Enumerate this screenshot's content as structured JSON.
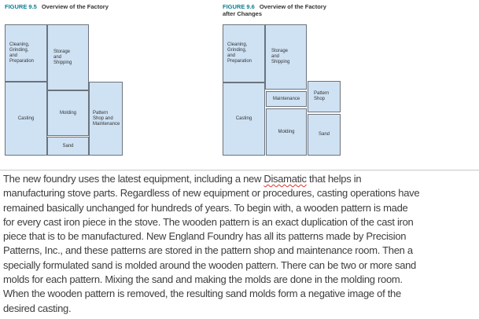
{
  "figure_9_5": {
    "label": "FIGURE 9.5",
    "title": "Overview of the Factory",
    "rooms": {
      "cleaning": "Cleaning,\nGrinding,\nand\nPreparation",
      "storage": "Storage\nand\nShipping",
      "casting": "Casting",
      "molding": "Molding",
      "sand": "Sand",
      "pattern_shop": "Pattern\nShop and\nMaintenance"
    }
  },
  "figure_9_6": {
    "label": "FIGURE 9.6",
    "title": "Overview of the Factory after Changes",
    "rooms": {
      "cleaning": "Cleaning,\nGrinding,\nand\nPreparation",
      "storage": "Storage\nand\nShipping",
      "casting": "Casting",
      "maintenance": "Maintenance",
      "molding": "Molding",
      "pattern_shop": "Pattern\nShop",
      "sand": "Sand"
    }
  },
  "article": {
    "line1_before": "The new foundry uses the latest equipment, including a new ",
    "flagged_word": "Disamatic",
    "line1_after": " that helps in",
    "lines": [
      "manufacturing stove parts. Regardless of new equipment or procedures, casting operations have",
      "remained basically unchanged for hundreds of years. To begin with, a wooden pattern is made",
      "for every cast iron piece in the stove. The wooden pattern is an exact duplication of the cast iron",
      "piece that is to be manufactured. New England Foundry has all its patterns made by Precision",
      "Patterns, Inc., and these patterns are stored in the pattern shop and maintenance room. Then a",
      "specially formulated sand is molded around the wooden pattern. There can be two or more sand",
      "molds for each pattern. Mixing the sand and making the molds are done in the molding room.",
      "When the wooden pattern is removed, the resulting sand molds form a negative image of the",
      "desired casting."
    ]
  },
  "colors": {
    "figure_label_teal": "#0c7d8e",
    "room_fill_blue": "#cfe2f4",
    "room_border_gray": "#6b737c",
    "body_text_gray": "#3d3d3d",
    "divider_gray": "#c9c9c9",
    "spellcheck_red": "#e0342b"
  }
}
